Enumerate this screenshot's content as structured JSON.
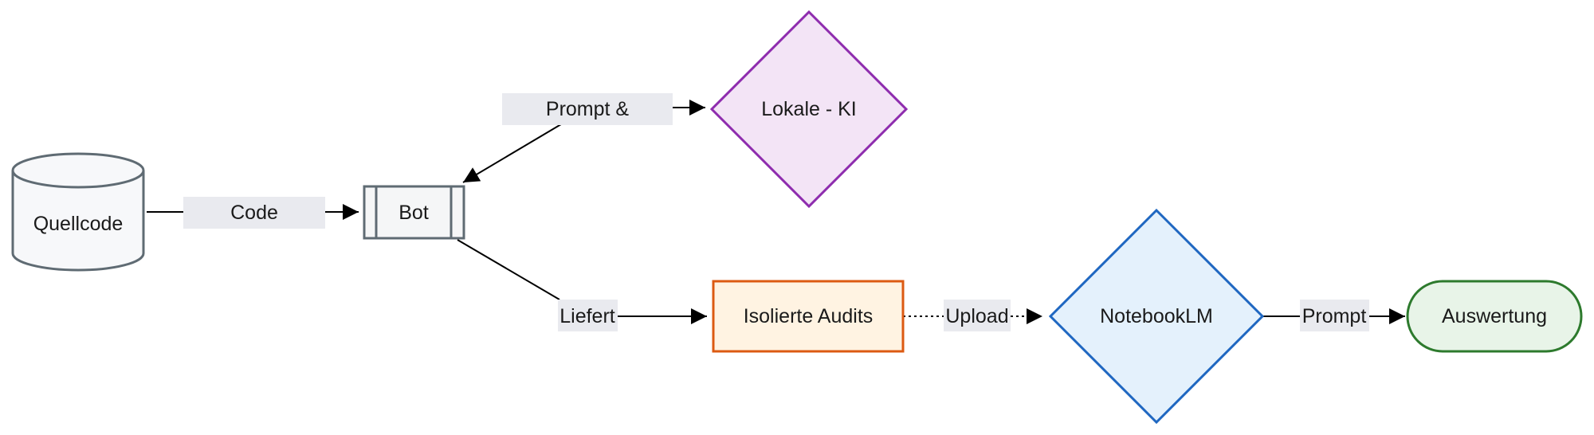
{
  "nodes": {
    "quellcode": "Quellcode",
    "bot": "Bot",
    "lokale_ki": "Lokale - KI",
    "isolierte_audits": "Isolierte Audits",
    "notebooklm": "NotebookLM",
    "auswertung": "Auswertung"
  },
  "edges": {
    "code": "Code",
    "prompt_and": "Prompt &",
    "liefert": "Liefert",
    "upload": "Upload",
    "prompt": "Prompt"
  },
  "colors": {
    "database_stroke": "#5f6b73",
    "database_fill": "#f7f8fa",
    "bot_stroke": "#5f6b73",
    "bot_fill": "#f5f6f7",
    "ki_stroke": "#8e2cae",
    "ki_fill": "#f3e4f6",
    "audits_stroke": "#dc5a12",
    "audits_fill": "#fff3e2",
    "notebook_stroke": "#1f67c1",
    "notebook_fill": "#e4f1fc",
    "auswertung_stroke": "#2d7a2d",
    "auswertung_fill": "#e8f4e8",
    "edge_label_bg": "#e9eaef",
    "edge_stroke": "#000000"
  }
}
